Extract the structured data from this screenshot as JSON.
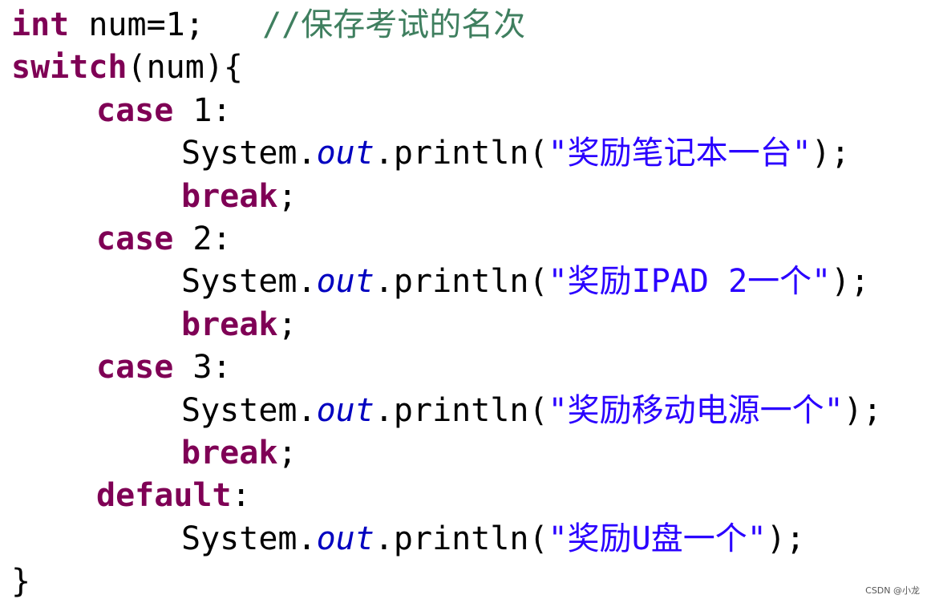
{
  "code": {
    "lines": [
      {
        "indent": 0,
        "tokens": [
          {
            "type": "keyword",
            "text": "int"
          },
          {
            "type": "plain",
            "text": " num=1;   "
          },
          {
            "type": "comment",
            "text": "//保存考试的名次"
          }
        ]
      },
      {
        "indent": 0,
        "tokens": [
          {
            "type": "keyword",
            "text": "switch"
          },
          {
            "type": "plain",
            "text": "(num){"
          }
        ]
      },
      {
        "indent": 1,
        "tokens": [
          {
            "type": "keyword",
            "text": "case"
          },
          {
            "type": "plain",
            "text": " 1:"
          }
        ]
      },
      {
        "indent": 2,
        "tokens": [
          {
            "type": "plain",
            "text": "System."
          },
          {
            "type": "field",
            "text": "out"
          },
          {
            "type": "plain",
            "text": ".println("
          },
          {
            "type": "string",
            "text": "\"奖励笔记本一台\""
          },
          {
            "type": "plain",
            "text": ");"
          }
        ]
      },
      {
        "indent": 2,
        "tokens": [
          {
            "type": "keyword",
            "text": "break"
          },
          {
            "type": "plain",
            "text": ";"
          }
        ]
      },
      {
        "indent": 1,
        "tokens": [
          {
            "type": "keyword",
            "text": "case"
          },
          {
            "type": "plain",
            "text": " 2:"
          }
        ]
      },
      {
        "indent": 2,
        "tokens": [
          {
            "type": "plain",
            "text": "System."
          },
          {
            "type": "field",
            "text": "out"
          },
          {
            "type": "plain",
            "text": ".println("
          },
          {
            "type": "string",
            "text": "\"奖励IPAD 2一个\""
          },
          {
            "type": "plain",
            "text": ");"
          }
        ]
      },
      {
        "indent": 2,
        "tokens": [
          {
            "type": "keyword",
            "text": "break"
          },
          {
            "type": "plain",
            "text": ";"
          }
        ]
      },
      {
        "indent": 1,
        "tokens": [
          {
            "type": "keyword",
            "text": "case"
          },
          {
            "type": "plain",
            "text": " 3:"
          }
        ]
      },
      {
        "indent": 2,
        "tokens": [
          {
            "type": "plain",
            "text": "System."
          },
          {
            "type": "field",
            "text": "out"
          },
          {
            "type": "plain",
            "text": ".println("
          },
          {
            "type": "string",
            "text": "\"奖励移动电源一个\""
          },
          {
            "type": "plain",
            "text": ");"
          }
        ]
      },
      {
        "indent": 2,
        "tokens": [
          {
            "type": "keyword",
            "text": "break"
          },
          {
            "type": "plain",
            "text": ";"
          }
        ]
      },
      {
        "indent": 1,
        "tokens": [
          {
            "type": "keyword",
            "text": "default"
          },
          {
            "type": "plain",
            "text": ":"
          }
        ]
      },
      {
        "indent": 2,
        "tokens": [
          {
            "type": "plain",
            "text": "System."
          },
          {
            "type": "field",
            "text": "out"
          },
          {
            "type": "plain",
            "text": ".println("
          },
          {
            "type": "string",
            "text": "\"奖励U盘一个\""
          },
          {
            "type": "plain",
            "text": ");"
          }
        ]
      },
      {
        "indent": 0,
        "tokens": [
          {
            "type": "plain",
            "text": "}"
          }
        ]
      }
    ]
  },
  "colors": {
    "keyword": "#7f0055",
    "comment": "#3f7f5f",
    "string": "#2a00ff",
    "field": "#0000c0",
    "plain": "#000000"
  },
  "watermark": "CSDN @小龙"
}
